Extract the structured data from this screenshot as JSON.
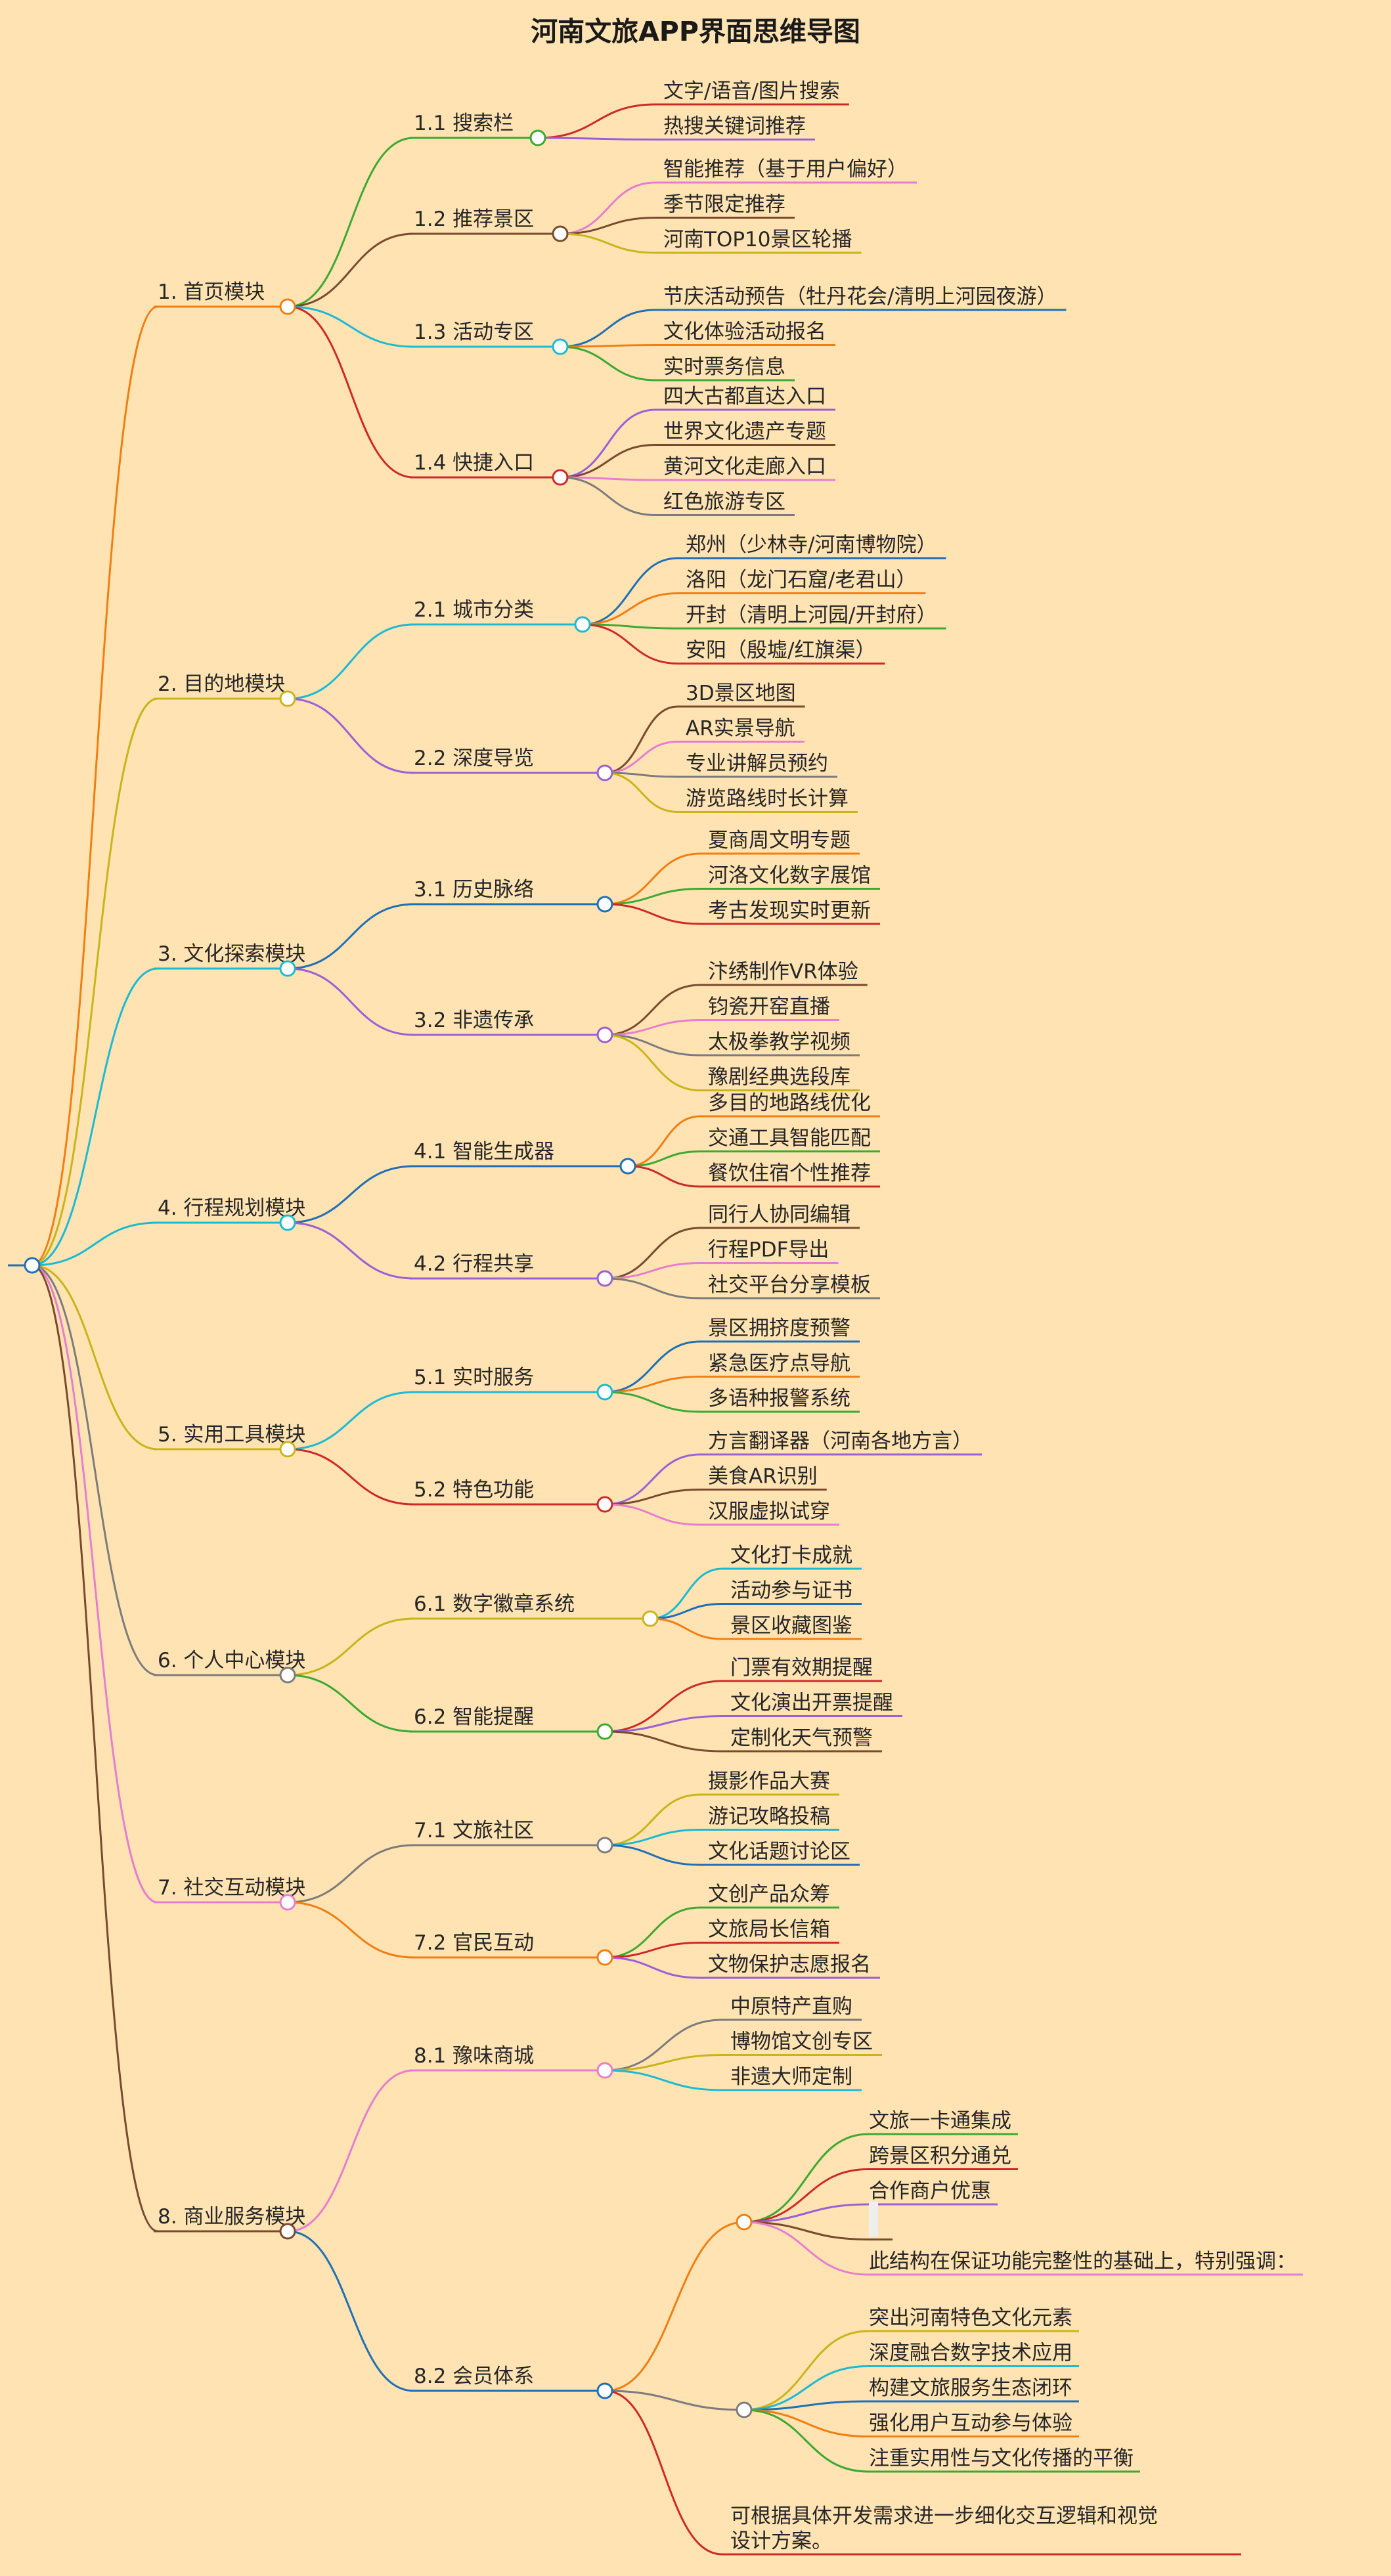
{
  "title": "河南文旅APP界面思维导图",
  "colors": {
    "background": "#ffe3b3",
    "orange": "#f07f13",
    "green": "#3da832",
    "purple": "#9b5fd6",
    "pink": "#e67ecf",
    "brown": "#7a4a2e",
    "gold": "#c9b419",
    "teal": "#1bbad3",
    "blue": "#1f6fb5",
    "red": "#cc2a2a",
    "gray": "#7c7c7c"
  },
  "tree": {
    "children": [
      {
        "label": "1. 首页模块",
        "color": "orange",
        "children": [
          {
            "label": "1.1 搜索栏",
            "color": "green",
            "children": [
              {
                "label": "文字/语音/图片搜索",
                "color": "red"
              },
              {
                "label": "热搜关键词推荐",
                "color": "purple"
              }
            ]
          },
          {
            "label": "1.2 推荐景区",
            "color": "brown",
            "children": [
              {
                "label": "智能推荐（基于用户偏好）",
                "color": "pink"
              },
              {
                "label": "季节限定推荐",
                "color": "brown"
              },
              {
                "label": "河南TOP10景区轮播",
                "color": "gold"
              }
            ]
          },
          {
            "label": "1.3 活动专区",
            "color": "teal",
            "children": [
              {
                "label": "节庆活动预告（牡丹花会/清明上河园夜游）",
                "color": "blue"
              },
              {
                "label": "文化体验活动报名",
                "color": "orange"
              },
              {
                "label": "实时票务信息",
                "color": "green"
              }
            ]
          },
          {
            "label": "1.4 快捷入口",
            "color": "red",
            "children": [
              {
                "label": "四大古都直达入口",
                "color": "purple"
              },
              {
                "label": "世界文化遗产专题",
                "color": "brown"
              },
              {
                "label": "黄河文化走廊入口",
                "color": "pink"
              },
              {
                "label": "红色旅游专区",
                "color": "gray"
              }
            ]
          }
        ]
      },
      {
        "label": "2. 目的地模块",
        "color": "gold",
        "children": [
          {
            "label": "2.1 城市分类",
            "color": "teal",
            "children": [
              {
                "label": "郑州（少林寺/河南博物院）",
                "color": "blue"
              },
              {
                "label": "洛阳（龙门石窟/老君山）",
                "color": "orange"
              },
              {
                "label": "开封（清明上河园/开封府）",
                "color": "green"
              },
              {
                "label": "安阳（殷墟/红旗渠）",
                "color": "red"
              }
            ]
          },
          {
            "label": "2.2 深度导览",
            "color": "purple",
            "children": [
              {
                "label": "3D景区地图",
                "color": "brown"
              },
              {
                "label": "AR实景导航",
                "color": "pink"
              },
              {
                "label": "专业讲解员预约",
                "color": "gray"
              },
              {
                "label": "游览路线时长计算",
                "color": "gold"
              }
            ]
          }
        ]
      },
      {
        "label": "3. 文化探索模块",
        "color": "teal",
        "children": [
          {
            "label": "3.1 历史脉络",
            "color": "blue",
            "children": [
              {
                "label": "夏商周文明专题",
                "color": "orange"
              },
              {
                "label": "河洛文化数字展馆",
                "color": "green"
              },
              {
                "label": "考古发现实时更新",
                "color": "red"
              }
            ]
          },
          {
            "label": "3.2 非遗传承",
            "color": "purple",
            "children": [
              {
                "label": "汴绣制作VR体验",
                "color": "brown"
              },
              {
                "label": "钧瓷开窑直播",
                "color": "pink"
              },
              {
                "label": "太极拳教学视频",
                "color": "gray"
              },
              {
                "label": "豫剧经典选段库",
                "color": "gold"
              }
            ]
          }
        ]
      },
      {
        "label": "4. 行程规划模块",
        "color": "teal",
        "children": [
          {
            "label": "4.1 智能生成器",
            "color": "blue",
            "children": [
              {
                "label": "多目的地路线优化",
                "color": "orange"
              },
              {
                "label": "交通工具智能匹配",
                "color": "green"
              },
              {
                "label": "餐饮住宿个性推荐",
                "color": "red"
              }
            ]
          },
          {
            "label": "4.2 行程共享",
            "color": "purple",
            "children": [
              {
                "label": "同行人协同编辑",
                "color": "brown"
              },
              {
                "label": "行程PDF导出",
                "color": "pink"
              },
              {
                "label": "社交平台分享模板",
                "color": "gray"
              }
            ]
          }
        ]
      },
      {
        "label": "5. 实用工具模块",
        "color": "gold",
        "children": [
          {
            "label": "5.1 实时服务",
            "color": "teal",
            "children": [
              {
                "label": "景区拥挤度预警",
                "color": "blue"
              },
              {
                "label": "紧急医疗点导航",
                "color": "orange"
              },
              {
                "label": "多语种报警系统",
                "color": "green"
              }
            ]
          },
          {
            "label": "5.2 特色功能",
            "color": "red",
            "children": [
              {
                "label": "方言翻译器（河南各地方言）",
                "color": "purple"
              },
              {
                "label": "美食AR识别",
                "color": "brown"
              },
              {
                "label": "汉服虚拟试穿",
                "color": "pink"
              }
            ]
          }
        ]
      },
      {
        "label": "6. 个人中心模块",
        "color": "gray",
        "children": [
          {
            "label": "6.1 数字徽章系统",
            "color": "gold",
            "children": [
              {
                "label": "文化打卡成就",
                "color": "teal"
              },
              {
                "label": "活动参与证书",
                "color": "blue"
              },
              {
                "label": "景区收藏图鉴",
                "color": "orange"
              }
            ]
          },
          {
            "label": "6.2 智能提醒",
            "color": "green",
            "children": [
              {
                "label": "门票有效期提醒",
                "color": "red"
              },
              {
                "label": "文化演出开票提醒",
                "color": "purple"
              },
              {
                "label": "定制化天气预警",
                "color": "brown"
              }
            ]
          }
        ]
      },
      {
        "label": "7. 社交互动模块",
        "color": "pink",
        "children": [
          {
            "label": "7.1 文旅社区",
            "color": "gray",
            "children": [
              {
                "label": "摄影作品大赛",
                "color": "gold"
              },
              {
                "label": "游记攻略投稿",
                "color": "teal"
              },
              {
                "label": "文化话题讨论区",
                "color": "blue"
              }
            ]
          },
          {
            "label": "7.2 官民互动",
            "color": "orange",
            "children": [
              {
                "label": "文创产品众筹",
                "color": "green"
              },
              {
                "label": "文旅局长信箱",
                "color": "red"
              },
              {
                "label": "文物保护志愿报名",
                "color": "purple"
              }
            ]
          }
        ]
      },
      {
        "label": "8. 商业服务模块",
        "color": "brown",
        "children": [
          {
            "label": "8.1 豫味商城",
            "color": "pink",
            "children": [
              {
                "label": "中原特产直购",
                "color": "gray"
              },
              {
                "label": "博物馆文创专区",
                "color": "gold"
              },
              {
                "label": "非遗大师定制",
                "color": "teal"
              }
            ]
          },
          {
            "label": "8.2 会员体系",
            "color": "blue",
            "children": [
              {
                "label": "",
                "color": "orange",
                "children": [
                  {
                    "label": "文旅一卡通集成",
                    "color": "green"
                  },
                  {
                    "label": "跨景区积分通兑",
                    "color": "red"
                  },
                  {
                    "label": "合作商户优惠",
                    "color": "purple"
                  },
                  {
                    "label": "",
                    "color": "brown"
                  },
                  {
                    "label": "此结构在保证功能完整性的基础上，特别强调：",
                    "color": "pink"
                  }
                ]
              },
              {
                "label": "",
                "color": "gray",
                "children": [
                  {
                    "label": "突出河南特色文化元素",
                    "color": "gold"
                  },
                  {
                    "label": "深度融合数字技术应用",
                    "color": "teal"
                  },
                  {
                    "label": "构建文旅服务生态闭环",
                    "color": "blue"
                  },
                  {
                    "label": "强化用户互动参与体验",
                    "color": "orange"
                  },
                  {
                    "label": "注重实用性与文化传播的平衡",
                    "color": "green"
                  }
                ]
              },
              {
                "label": "可根据具体开发需求进一步细化交互逻辑和视觉设计方案。",
                "color": "red",
                "wrap": [
                  "可根据具体开发需求进一步细化交互逻辑和视觉",
                  "设计方案。"
                ]
              }
            ]
          }
        ]
      }
    ]
  }
}
